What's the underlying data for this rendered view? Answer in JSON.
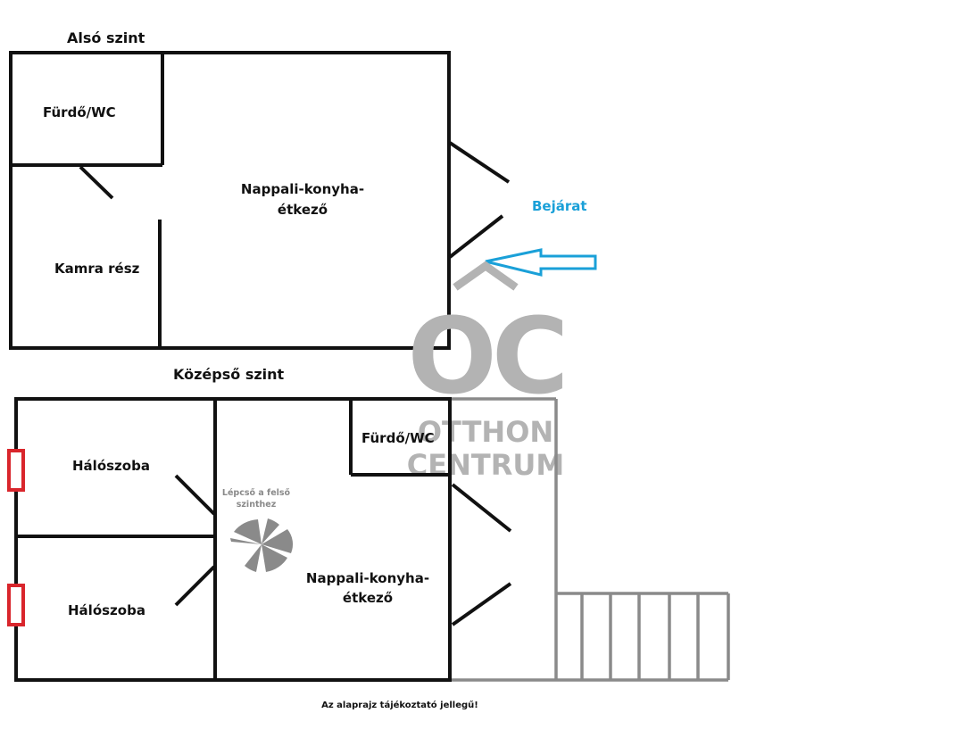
{
  "levels": {
    "lower": {
      "title": "Alsó szint",
      "rooms": {
        "bathroom": "Fürdő/WC",
        "pantry": "Kamra rész",
        "living_line1": "Nappali-konyha-",
        "living_line2": "étkező"
      },
      "entrance": "Bejárat"
    },
    "middle": {
      "title": "Középső szint",
      "rooms": {
        "bedroom1": "Hálószoba",
        "bedroom2": "Hálószoba",
        "bathroom": "Fürdő/WC",
        "living_line1": "Nappali-konyha-",
        "living_line2": "étkező"
      },
      "stairs_line1": "Lépcső a felső",
      "stairs_line2": "szinthez"
    }
  },
  "watermark": {
    "logo": "OC",
    "line1": "OTTHON",
    "line2": "CENTRUM"
  },
  "disclaimer": "Az alaprajz tájékoztató jellegű!",
  "colors": {
    "wall": "#111111",
    "entrance": "#1aa0d8",
    "window": "#d9262c",
    "terrace": "#8a8a8a",
    "watermark": "#b3b3b3"
  }
}
